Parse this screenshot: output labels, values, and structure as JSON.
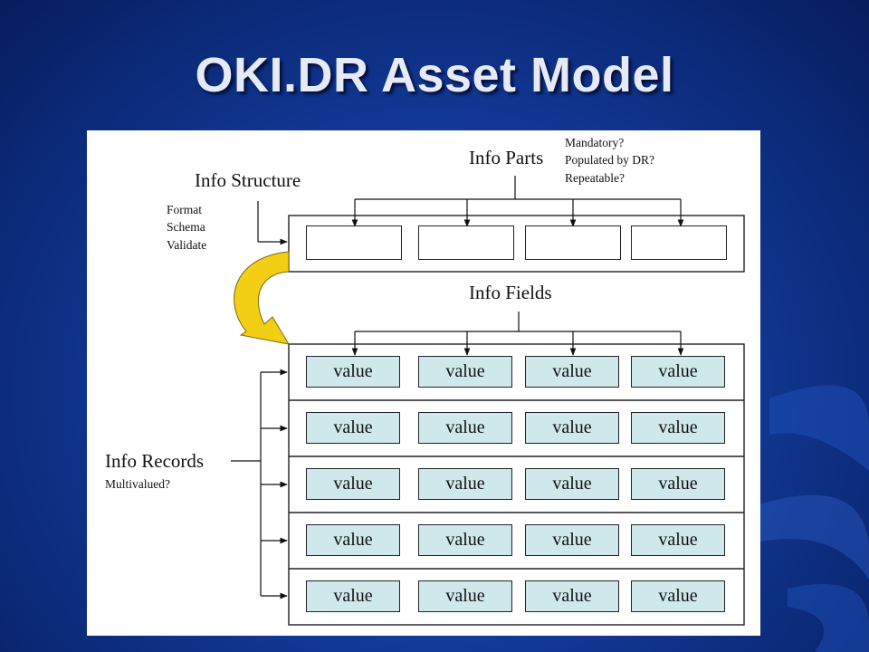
{
  "title": "OKI.DR Asset Model",
  "diagram": {
    "info_structure": {
      "label": "Info Structure",
      "notes": [
        "Format",
        "Schema",
        "Validate"
      ]
    },
    "info_parts": {
      "label": "Info Parts",
      "notes": [
        "Mandatory?",
        "Populated by DR?",
        "Repeatable?"
      ]
    },
    "info_fields": {
      "label": "Info Fields"
    },
    "info_records": {
      "label": "Info Records",
      "note": "Multivalued?"
    },
    "records": [
      [
        "value",
        "value",
        "value",
        "value"
      ],
      [
        "value",
        "value",
        "value",
        "value"
      ],
      [
        "value",
        "value",
        "value",
        "value"
      ],
      [
        "value",
        "value",
        "value",
        "value"
      ],
      [
        "value",
        "value",
        "value",
        "value"
      ]
    ],
    "colors": {
      "value_fill": "#cfe8ec",
      "arrow_fill": "#f2cf14",
      "background": "#123a98"
    }
  }
}
